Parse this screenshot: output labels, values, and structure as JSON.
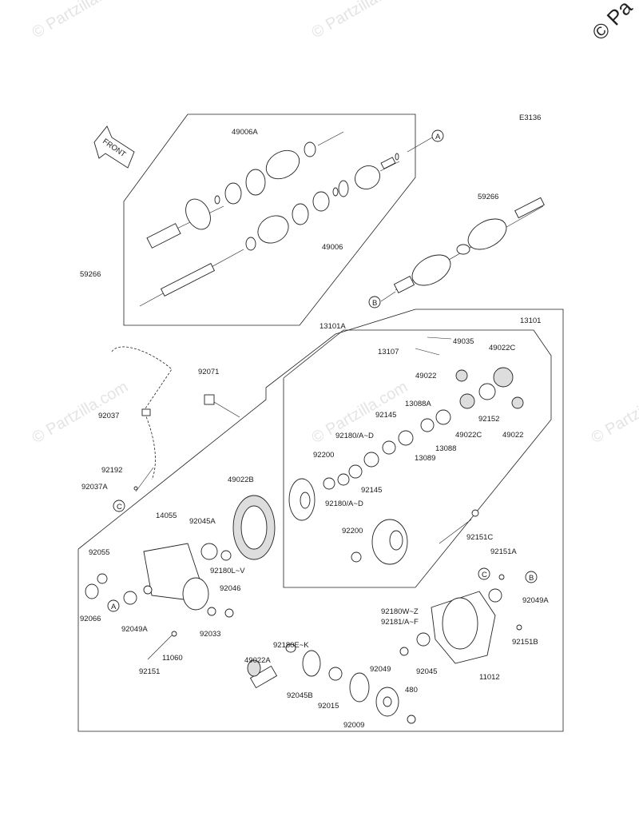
{
  "copyright": "© Partzilla.com",
  "copyright_corner": "© Pa",
  "figure_code": "E3136",
  "front_label": "FRONT",
  "callouts": {
    "A": "A",
    "B": "B",
    "C": "C"
  },
  "part_labels": {
    "p49006A": "49006A",
    "p49006": "49006",
    "p59266_left": "59266",
    "p59266_right": "59266",
    "p13101A": "13101A",
    "p13101": "13101",
    "p49035": "49035",
    "p13107": "13107",
    "p49022C_top": "49022C",
    "p49022_top": "49022",
    "p13088A": "13088A",
    "p92145_top": "92145",
    "p92152": "92152",
    "p49022C_mid": "49022C",
    "p49022_right": "49022",
    "p92180AD_top": "92180/A~D",
    "p13089": "13089",
    "p13088": "13088",
    "p92200_top": "92200",
    "p92145_mid": "92145",
    "p92180AD_mid": "92180/A~D",
    "p92071": "92071",
    "p92037": "92037",
    "p92192": "92192",
    "p92037A": "92037A",
    "p49022B": "49022B",
    "p14055": "14055",
    "p92045A": "92045A",
    "p92200_mid": "92200",
    "p92151C": "92151C",
    "p92151A": "92151A",
    "p92055": "92055",
    "p92180LV": "92180L~V",
    "p92049A_right": "92049A",
    "p92046": "92046",
    "p92066": "92066",
    "p92049A_left": "92049A",
    "p92033": "92033",
    "p92180EK": "92180E~K",
    "p92180WZ": "92180W~Z",
    "p92181AF": "92181/A~F",
    "p92151B": "92151B",
    "p11060": "11060",
    "p49022A": "49022A",
    "p92045": "92045",
    "p11012": "11012",
    "p92151": "92151",
    "p92049": "92049",
    "p92045B": "92045B",
    "p92015": "92015",
    "p480": "480",
    "p92009": "92009"
  }
}
